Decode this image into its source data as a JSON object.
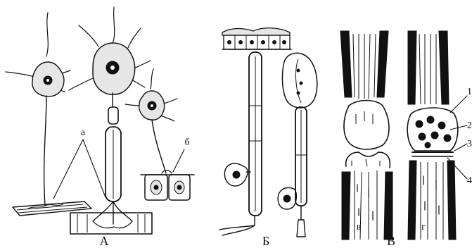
{
  "panel_labels": {
    "A": "А",
    "B": "Б",
    "C": "В"
  },
  "letter_labels": {
    "a": "а",
    "b": "б",
    "v": "в",
    "g": "г"
  },
  "number_labels": [
    "1",
    "2",
    "3",
    "4"
  ]
}
